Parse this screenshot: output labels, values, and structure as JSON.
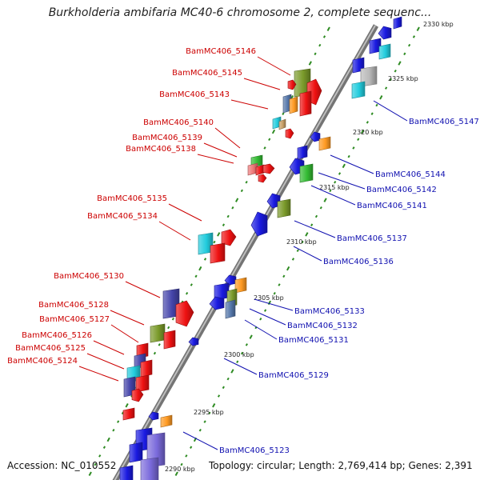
{
  "title": "Burkholderia ambifaria MC40-6 chromosome 2, complete sequenc...",
  "footer": {
    "accession": "Accession: NC_010552",
    "topology": "Topology: circular; Length: 2,769,414 bp; Genes: 2,391"
  },
  "colors": {
    "backbone": "#888888",
    "ticks": "#2e8b22",
    "forward_label": "#cc0000",
    "reverse_label": "#1010b0",
    "gene_palette": {
      "red": "#ee1111",
      "blue": "#1a1ae0",
      "olive": "#7a9a2a",
      "green": "#33bb33",
      "orange": "#ff9a22",
      "cyan": "#22ccdd",
      "navy": "#4444aa",
      "steel": "#5577aa",
      "tan": "#c8a068",
      "pink": "#ee7777",
      "silver": "#b8b8b8",
      "purple": "#7a6adb"
    }
  },
  "kbp_labels": [
    {
      "id": "k2330",
      "text": "2330 kbp"
    },
    {
      "id": "k2325",
      "text": "2325 kbp"
    },
    {
      "id": "k2320",
      "text": "2320 kbp"
    },
    {
      "id": "k2315",
      "text": "2315 kbp"
    },
    {
      "id": "k2310",
      "text": "2310 kbp"
    },
    {
      "id": "k2305",
      "text": "2305 kbp"
    },
    {
      "id": "k2300",
      "text": "2300 kbp"
    },
    {
      "id": "k2295",
      "text": "2295 kbp"
    },
    {
      "id": "k2290",
      "text": "2290 kbp"
    }
  ],
  "forward_genes": [
    {
      "label": "BamMC406_5146"
    },
    {
      "label": "BamMC406_5145"
    },
    {
      "label": "BamMC406_5143"
    },
    {
      "label": "BamMC406_5140"
    },
    {
      "label": "BamMC406_5139"
    },
    {
      "label": "BamMC406_5138"
    },
    {
      "label": "BamMC406_5135"
    },
    {
      "label": "BamMC406_5134"
    },
    {
      "label": "BamMC406_5130"
    },
    {
      "label": "BamMC406_5128"
    },
    {
      "label": "BamMC406_5127"
    },
    {
      "label": "BamMC406_5126"
    },
    {
      "label": "BamMC406_5125"
    },
    {
      "label": "BamMC406_5124"
    }
  ],
  "reverse_genes": [
    {
      "label": "BamMC406_5147"
    },
    {
      "label": "BamMC406_5144"
    },
    {
      "label": "BamMC406_5142"
    },
    {
      "label": "BamMC406_5141"
    },
    {
      "label": "BamMC406_5137"
    },
    {
      "label": "BamMC406_5136"
    },
    {
      "label": "BamMC406_5133"
    },
    {
      "label": "BamMC406_5132"
    },
    {
      "label": "BamMC406_5131"
    },
    {
      "label": "BamMC406_5129"
    },
    {
      "label": "BamMC406_5123"
    }
  ]
}
